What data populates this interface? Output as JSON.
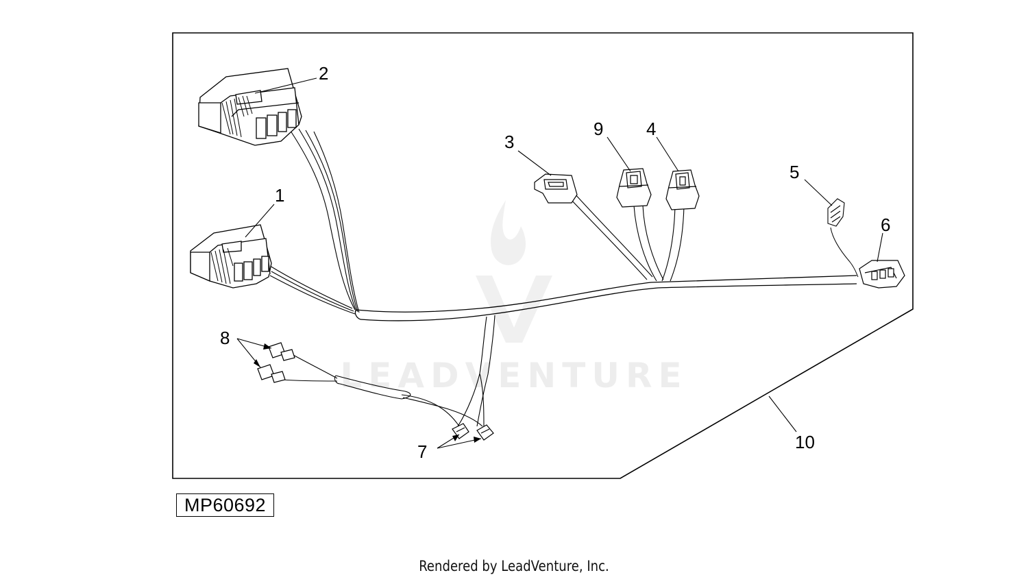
{
  "diagram": {
    "callouts": [
      "1",
      "2",
      "3",
      "4",
      "5",
      "6",
      "7",
      "8",
      "9",
      "10"
    ],
    "part_code": "MP60692",
    "watermark": "LEADVENTURE"
  },
  "footer": {
    "text": "Rendered by LeadVenture, Inc."
  }
}
